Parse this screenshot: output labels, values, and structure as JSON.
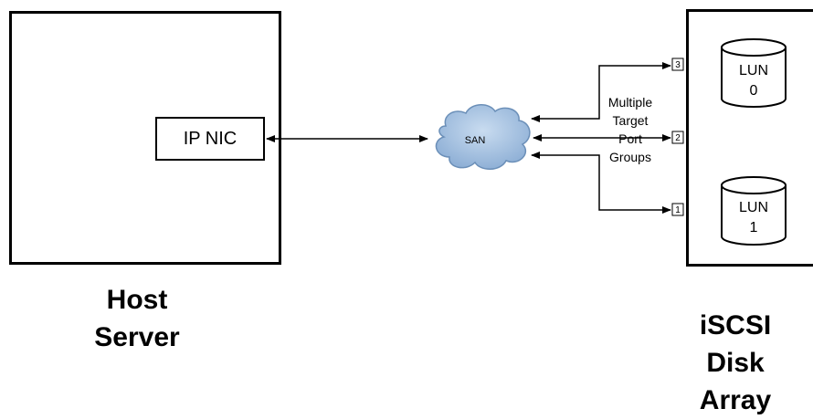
{
  "host": {
    "title_line1": "Host",
    "title_line2": "Server",
    "nic_label": "IP NIC"
  },
  "network": {
    "cloud_label": "SAN"
  },
  "array": {
    "title_line1": "iSCSI",
    "title_line2": "Disk",
    "title_line3": "Array",
    "luns": [
      {
        "line1": "LUN",
        "line2": "0"
      },
      {
        "line1": "LUN",
        "line2": "1"
      }
    ],
    "ports": [
      "3",
      "2",
      "1"
    ]
  },
  "annotation": {
    "lines": [
      "Multiple",
      "Target",
      "Port",
      "Groups"
    ]
  },
  "colors": {
    "cloud_fill": "#a9c4e4",
    "cloud_stroke": "#6b8fb8",
    "line": "#000000"
  }
}
